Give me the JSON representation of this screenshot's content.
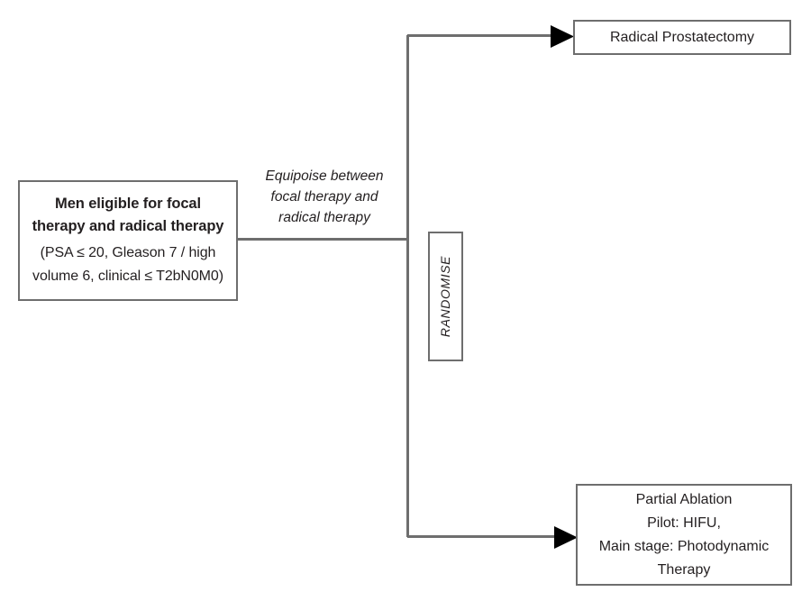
{
  "diagram": {
    "title": "Trial randomisation flow diagram",
    "background_color": "#ffffff",
    "line_color": "#6e6e6e",
    "arrow_color": "#000000",
    "text_color": "#231f20"
  },
  "nodes": {
    "eligible": {
      "title_lines": [
        "Men eligible for focal",
        "therapy and radical therapy"
      ],
      "criteria_lines": [
        "(PSA ≤ 20, Gleason 7 / high",
        "volume 6, clinical ≤ T2bN0M0)"
      ]
    },
    "randomise": {
      "label": "RANDOMISE"
    },
    "prostatectomy": {
      "lines": [
        "Radical Prostatectomy"
      ]
    },
    "ablation": {
      "lines": [
        "Partial Ablation",
        "Pilot: HIFU,",
        "Main stage: Photodynamic",
        "Therapy"
      ]
    }
  },
  "annotations": {
    "equipoise": {
      "lines": [
        "Equipoise between",
        "focal therapy and",
        "radical therapy"
      ]
    }
  }
}
